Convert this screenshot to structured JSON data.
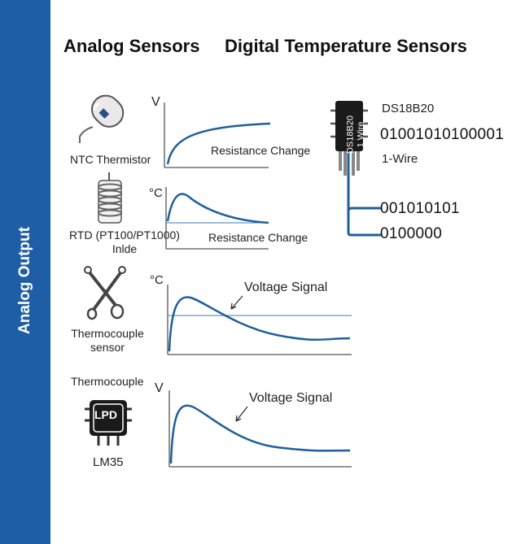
{
  "sidebar": {
    "label": "Analog Output"
  },
  "titles": {
    "analog": "Analog Sensors",
    "digital": "Digital Temperature Sensors"
  },
  "sensors": {
    "ntc": {
      "name": "NTC Thermistor",
      "axis": "V",
      "curve_label": "Resistance Change"
    },
    "rtd": {
      "name_line1": "RTD (PT100/PT1000)",
      "name_line2": "Inlde",
      "axis": "°C",
      "curve_label": "Resistance Change"
    },
    "thermocouple": {
      "name_line1": "Thermocouple",
      "name_line2": "sensor",
      "axis": "°C",
      "curve_label": "Voltage Signal"
    },
    "lm35": {
      "top_label": "Thermocouple",
      "chip_text": "LPD",
      "name": "LM35",
      "axis": "V",
      "curve_label": "Voltage Signal"
    }
  },
  "digital": {
    "chip_name": "DS18B20",
    "chip_text_line1": "DS18B20",
    "chip_text_line2": "1 Wire",
    "bits_top": "01001010100001",
    "protocol": "1-Wire",
    "bits_1": "001010101",
    "bits_2": "0100000"
  },
  "colors": {
    "sidebar": "#1e5ea6",
    "curve": "#1f5f99",
    "chip": "#1a1a1a"
  }
}
